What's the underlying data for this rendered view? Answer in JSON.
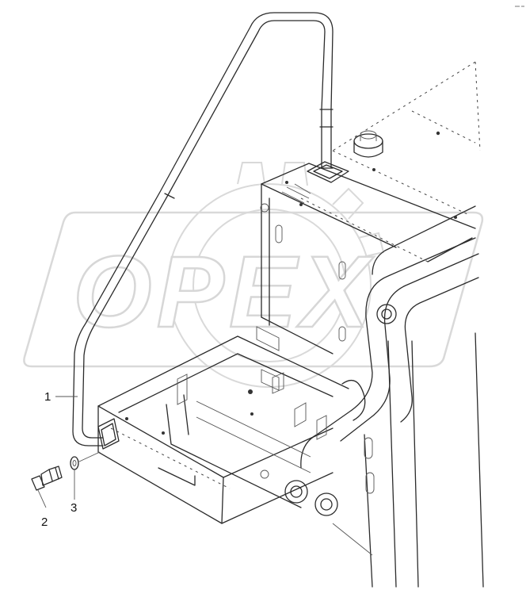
{
  "watermark": {
    "text": "OPEX",
    "color": "#d7d7d7"
  },
  "callouts": [
    {
      "id": "1",
      "label": "1"
    },
    {
      "id": "2",
      "label": "2"
    },
    {
      "id": "3",
      "label": "3"
    }
  ],
  "colors": {
    "line": "#2b2b2b",
    "background": "#ffffff"
  }
}
